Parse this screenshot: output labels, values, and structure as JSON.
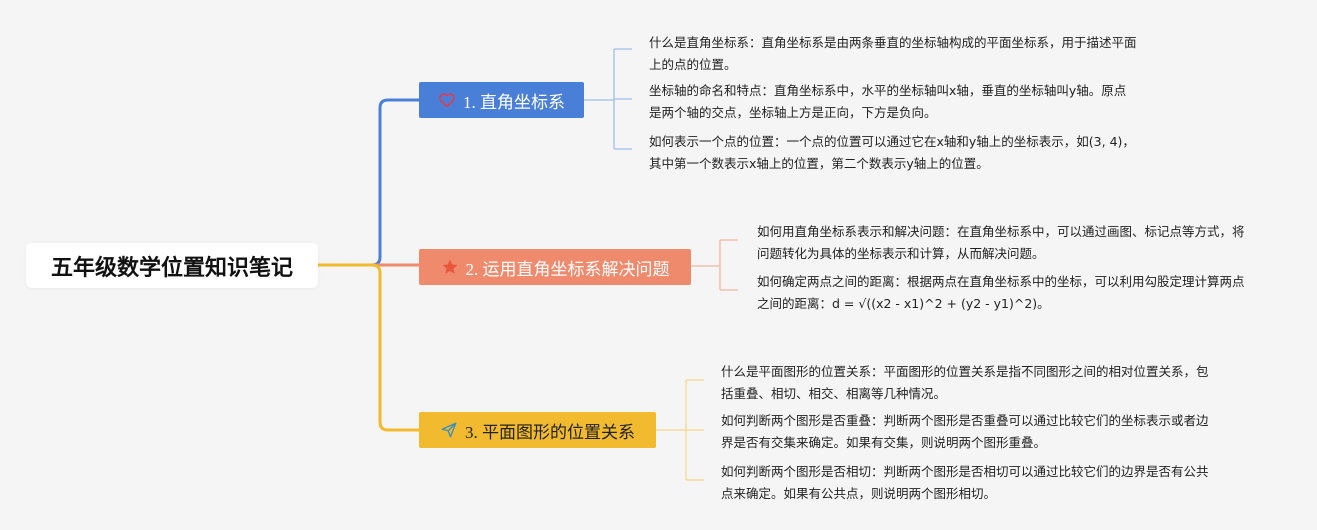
{
  "root": {
    "title": "五年级数学位置知识笔记"
  },
  "branches": [
    {
      "label": "1. 直角坐标系",
      "color": "#4a7fd8",
      "icon": "heart-icon",
      "notes": [
        {
          "text": "什么是直角坐标系：直角坐标系是由两条垂直的坐标轴构成的平面坐标系，用于描述平面上的点的位置。"
        },
        {
          "text": "坐标轴的命名和特点：直角坐标系中，水平的坐标轴叫x轴，垂直的坐标轴叫y轴。原点是两个轴的交点，坐标轴上方是正向，下方是负向。"
        },
        {
          "text": "如何表示一个点的位置：一个点的位置可以通过它在x轴和y轴上的坐标表示，如(3, 4)，其中第一个数表示x轴上的位置，第二个数表示y轴上的位置。"
        }
      ]
    },
    {
      "label": "2. 运用直角坐标系解决问题",
      "color": "#f08a6d",
      "icon": "star-icon",
      "notes": [
        {
          "text": "如何用直角坐标系表示和解决问题：在直角坐标系中，可以通过画图、标记点等方式，将问题转化为具体的坐标表示和计算，从而解决问题。"
        },
        {
          "text": "如何确定两点之间的距离：根据两点在直角坐标系中的坐标，可以利用勾股定理计算两点之间的距离：d = √((x2 - x1)^2 + (y2 - y1)^2)。"
        }
      ]
    },
    {
      "label": "3. 平面图形的位置关系",
      "color": "#f2ba2f",
      "icon": "paper-plane-icon",
      "notes": [
        {
          "text": "什么是平面图形的位置关系：平面图形的位置关系是指不同图形之间的相对位置关系，包括重叠、相切、相交、相离等几种情况。"
        },
        {
          "text": "如何判断两个图形是否重叠：判断两个图形是否重叠可以通过比较它们的坐标表示或者边界是否有交集来确定。如果有交集，则说明两个图形重叠。"
        },
        {
          "text": "如何判断两个图形是否相切：判断两个图形是否相切可以通过比较它们的边界是否有公共点来确定。如果有公共点，则说明两个图形相切。"
        }
      ]
    }
  ]
}
